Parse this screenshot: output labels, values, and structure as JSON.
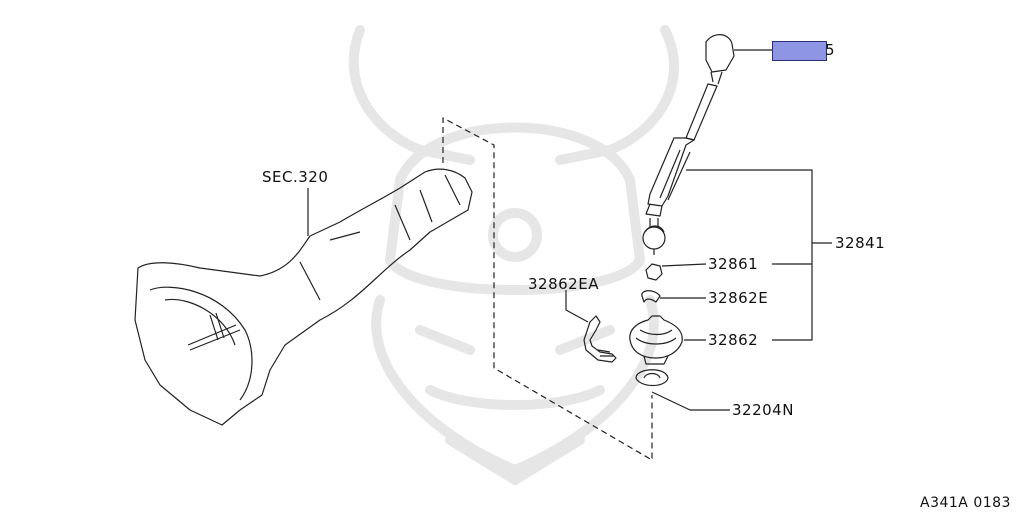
{
  "labels": {
    "sec": "SEC.320",
    "p32861": "32861",
    "p32862e": "32862E",
    "p32862": "32862",
    "p32841": "32841",
    "p32862ea": "32862EA",
    "p32204n": "32204N",
    "partial_5": "5"
  },
  "footer": {
    "code": "A341A 0183"
  },
  "colors": {
    "highlight": "#8e96e3",
    "line": "#222222",
    "watermark": "#e6e6e6"
  }
}
